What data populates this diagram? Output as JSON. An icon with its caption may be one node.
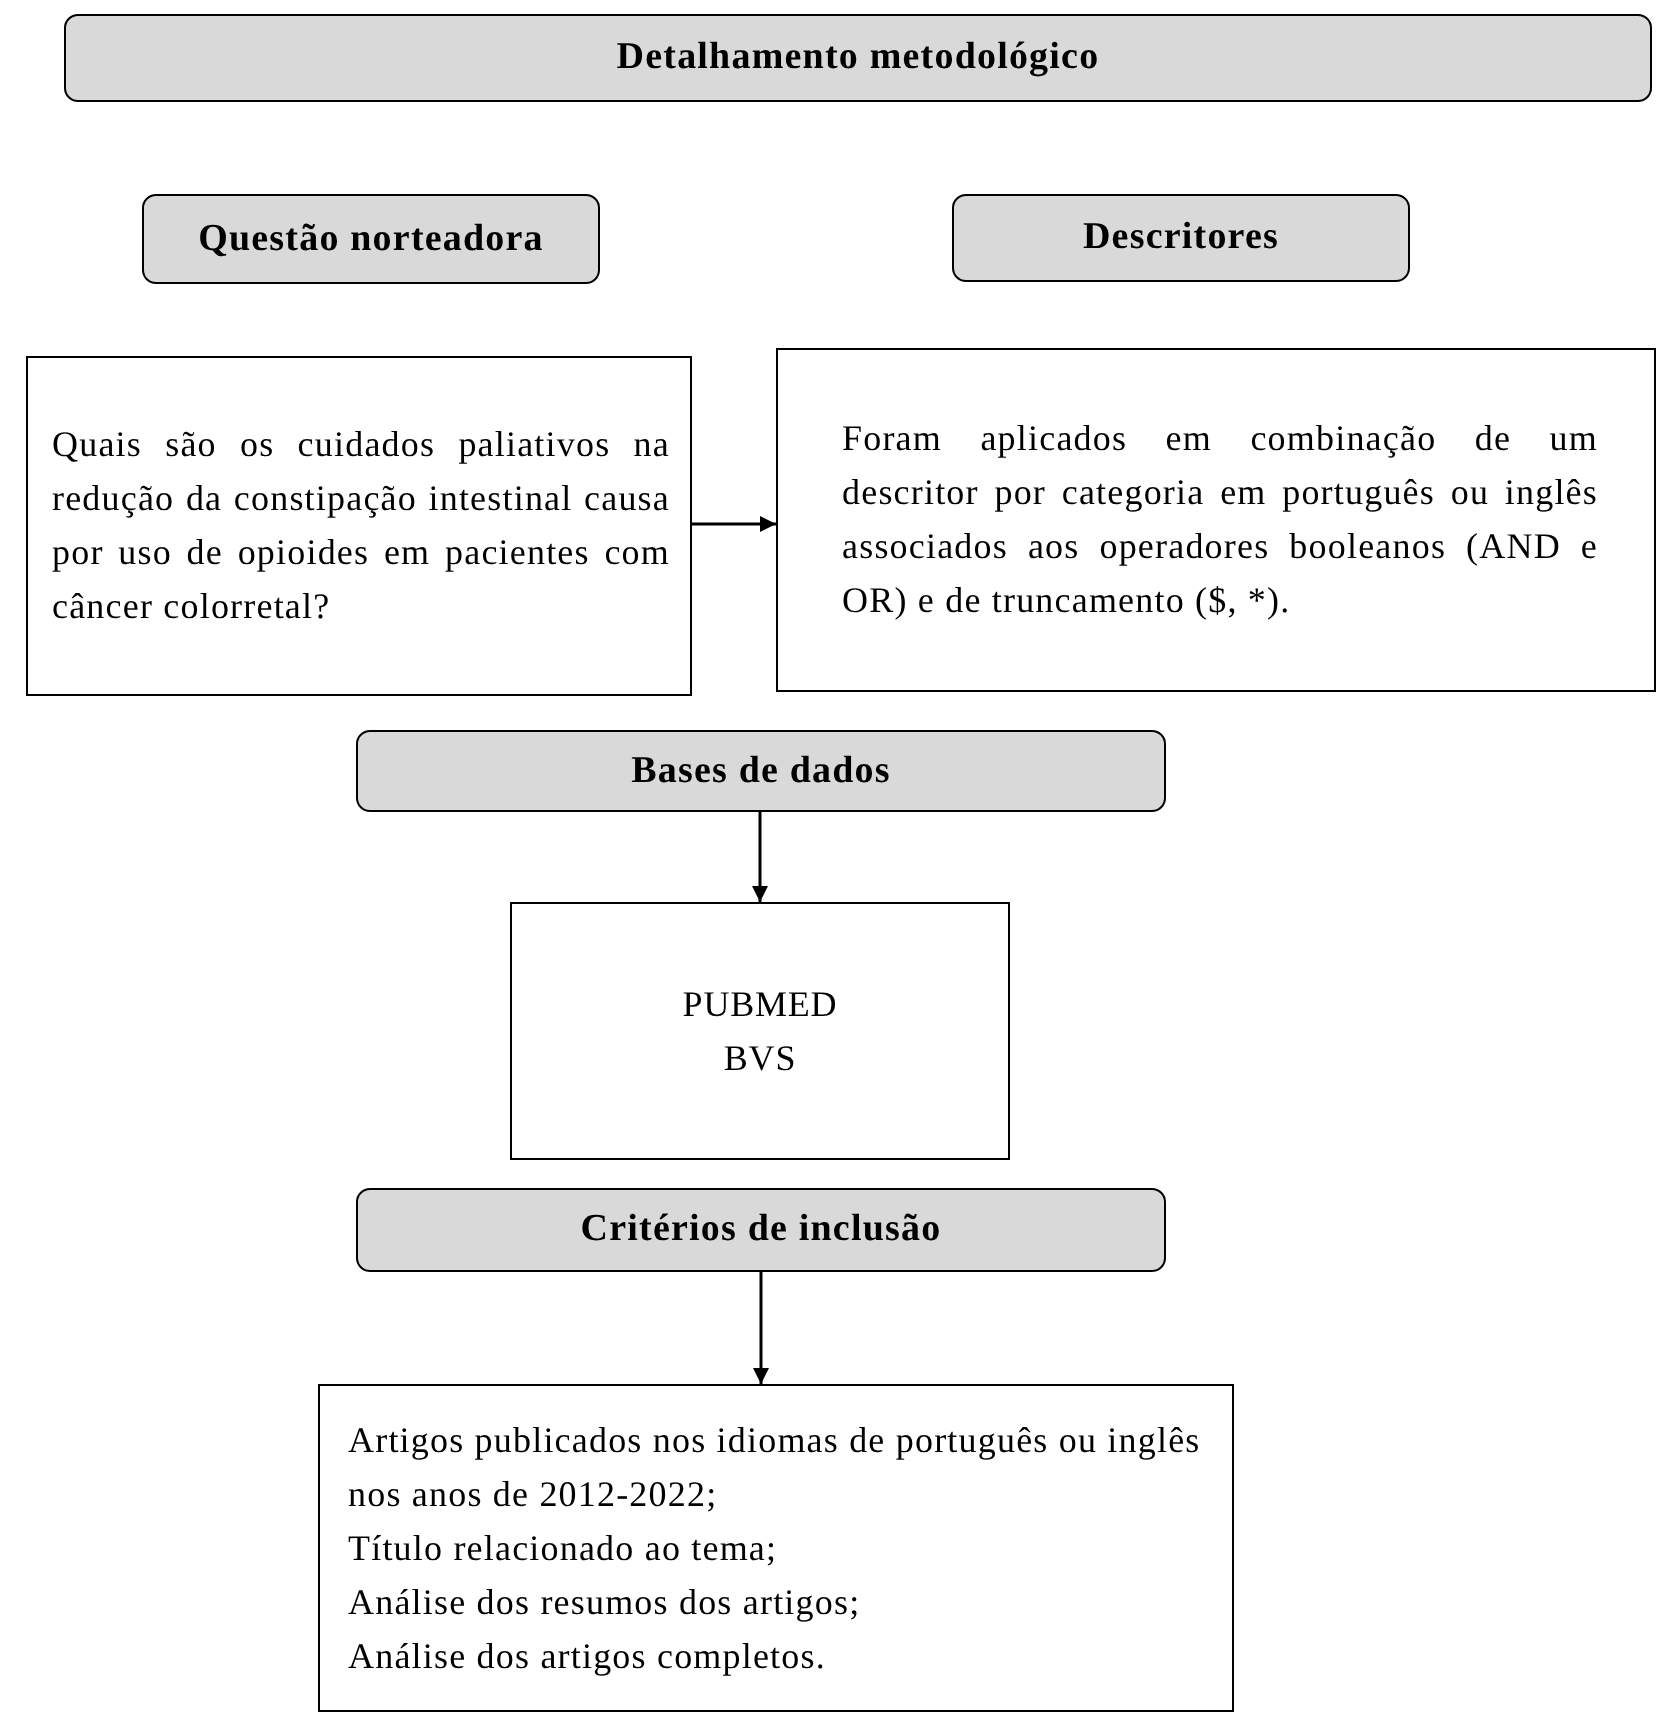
{
  "diagram": {
    "nodes": [
      {
        "text": [
          "Detalhamento metodológico"
        ]
      },
      {
        "text": [
          "Questão norteadora"
        ]
      },
      {
        "text": [
          "Descritores"
        ]
      },
      {
        "text": [
          "Quais são os cuidados paliativos na redução da constipação intestinal causa por uso de opioides em pacientes com câncer colorretal?"
        ]
      },
      {
        "text": [
          "Foram aplicados em combinação de um descritor por categoria em português ou inglês associados aos operadores booleanos (AND e OR) e de truncamento ($, *)."
        ]
      },
      {
        "text": [
          "Bases de dados"
        ]
      },
      {
        "text": [
          "PUBMED",
          "BVS"
        ]
      },
      {
        "text": [
          "Critérios de inclusão"
        ]
      },
      {
        "text": [
          "Artigos publicados nos idiomas de português ou inglês nos anos de 2012-2022;",
          "Título relacionado ao tema;",
          "Análise dos resumos dos artigos;",
          "Análise dos artigos completos."
        ]
      }
    ],
    "edges": [
      {
        "from": 3,
        "to": 4,
        "arrow": "to"
      },
      {
        "from": 5,
        "to": 6,
        "arrow": "to"
      },
      {
        "from": 7,
        "to": 8,
        "arrow": "to"
      }
    ]
  }
}
